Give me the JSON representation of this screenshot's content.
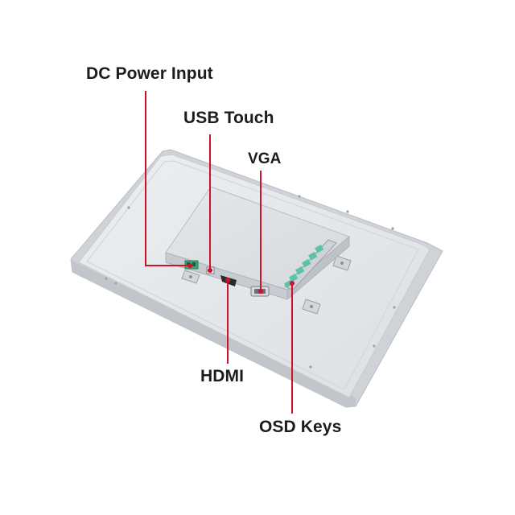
{
  "diagram": {
    "callouts": [
      {
        "id": "dc-power-input",
        "text": "DC Power Input"
      },
      {
        "id": "usb-touch",
        "text": "USB Touch"
      },
      {
        "id": "vga",
        "text": "VGA"
      },
      {
        "id": "hdmi",
        "text": "HDMI"
      },
      {
        "id": "osd-keys",
        "text": "OSD Keys"
      }
    ]
  },
  "colors": {
    "background": "#ffffff",
    "leader_line": "#d0112b",
    "label_text": "#1c1c1c",
    "panel_body": "#e6e8ea",
    "panel_frame": "#d4d7da",
    "back_cover": "#dcdfe2",
    "connector_green": "#3aa679",
    "osd_key_teal": "#5cc4a6"
  }
}
